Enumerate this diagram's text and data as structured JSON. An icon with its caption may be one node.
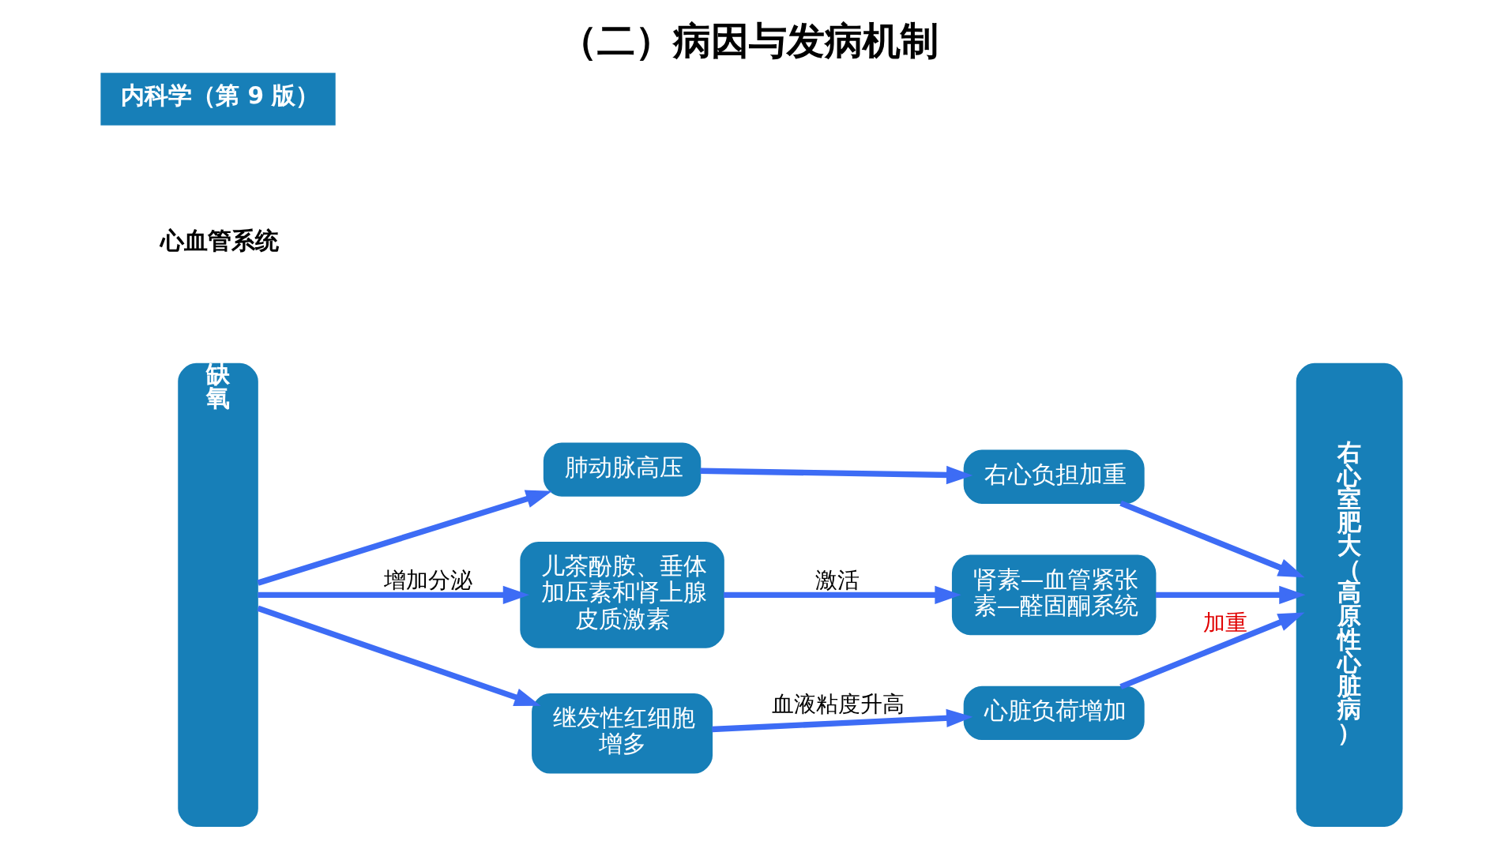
{
  "diagram": {
    "title": "（二）病因与发病机制",
    "nodes": [
      {
        "text": [
          "缺氧"
        ]
      },
      {
        "text": [
          "肺动脉高压"
        ]
      },
      {
        "text": [
          "右心负担加重"
        ]
      },
      {
        "text": [
          "儿茶酚胺、垂体加压素和肾上腺皮质激素"
        ]
      },
      {
        "text": [
          "肾素—血管紧张素—醛固酮系统"
        ]
      },
      {
        "text": [
          "继发性红细胞增多"
        ]
      },
      {
        "text": [
          "心脏负荷增加"
        ]
      },
      {
        "text": [
          "右心室肥大（高原性心脏病）"
        ]
      }
    ],
    "edges": [
      {
        "from": 0,
        "to": 1,
        "arrow": "to"
      },
      {
        "from": 1,
        "to": 2,
        "arrow": "to"
      },
      {
        "from": 2,
        "to": 7,
        "arrow": "to"
      },
      {
        "from": 0,
        "to": 3,
        "arrow": "to",
        "label": "增加分泌"
      },
      {
        "from": 3,
        "to": 4,
        "arrow": "to",
        "label": "激活"
      },
      {
        "from": 4,
        "to": 7,
        "arrow": "to"
      },
      {
        "from": 0,
        "to": 5,
        "arrow": "to"
      },
      {
        "from": 5,
        "to": 6,
        "arrow": "to",
        "label": "血液粘度升高"
      },
      {
        "from": 6,
        "to": 7,
        "arrow": "to",
        "label": "加重"
      }
    ],
    "labels": [
      "内科学（第 9 版）",
      "心血管系统"
    ]
  }
}
